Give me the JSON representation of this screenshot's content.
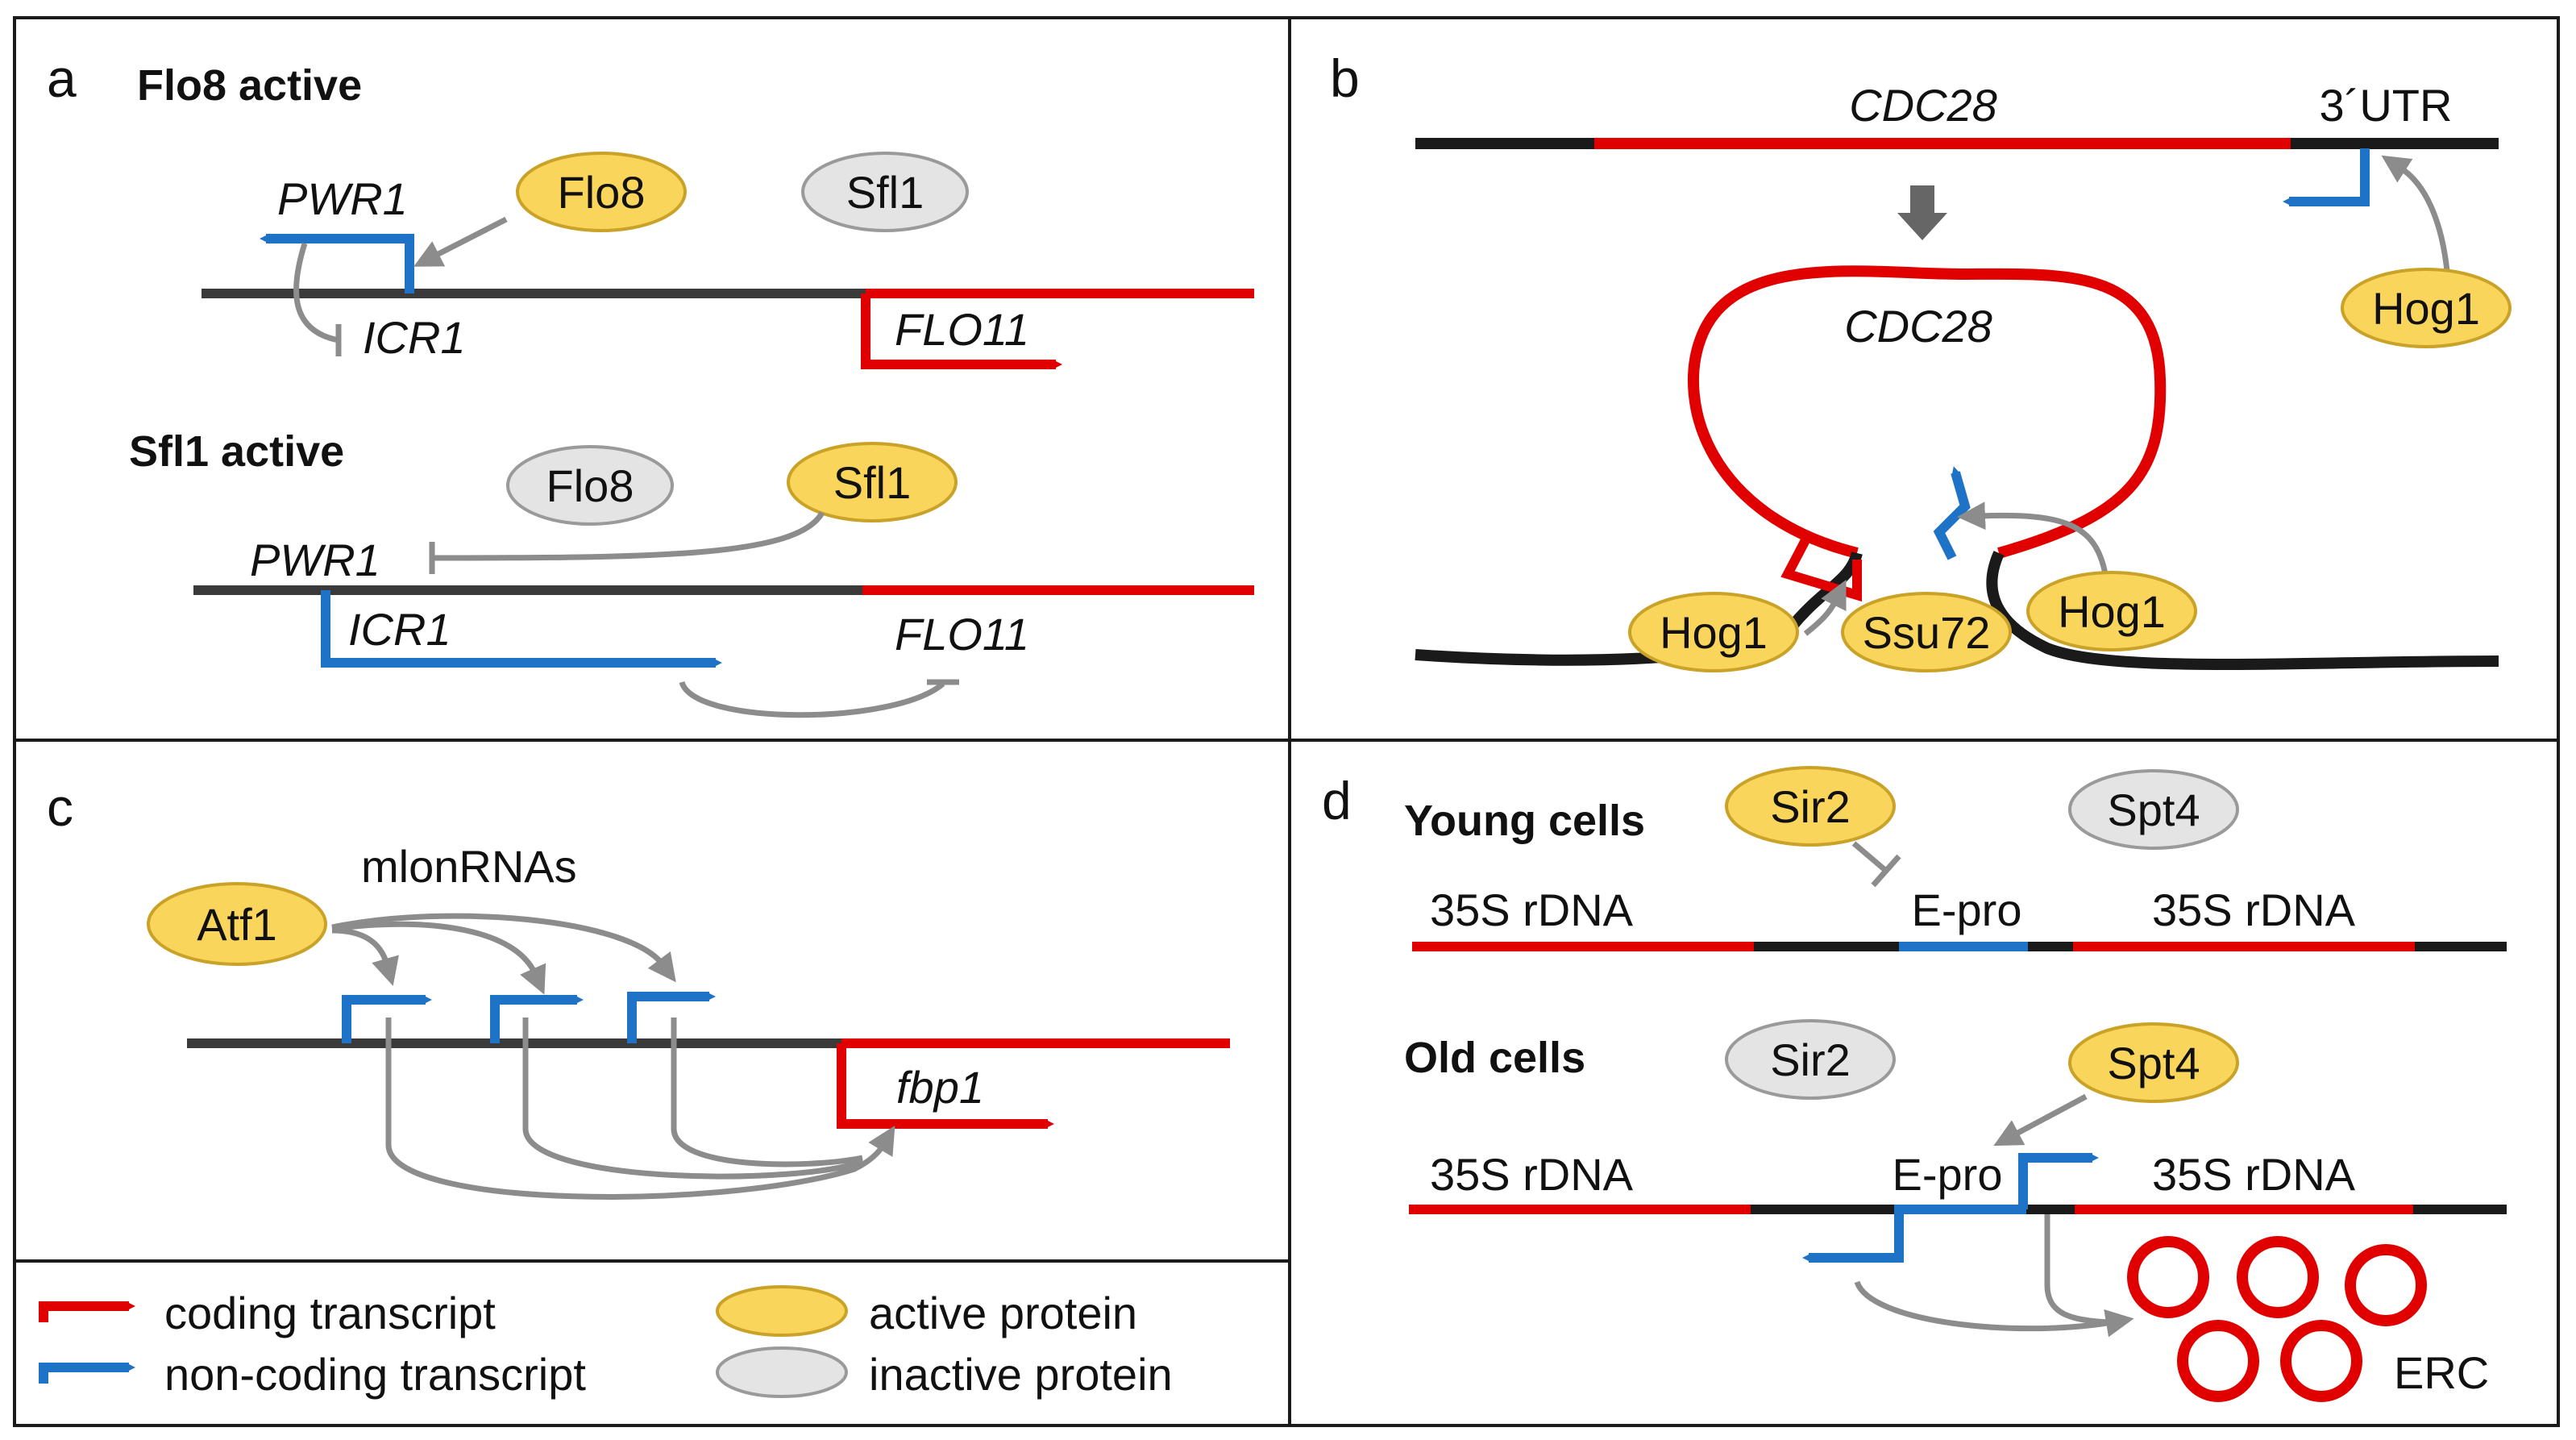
{
  "colors": {
    "coding": "#e00000",
    "non_coding": "#1f73c6",
    "active_protein": "#f9d55b",
    "inactive_protein": "#e4e4e4",
    "regulation": "#8c8c8c"
  },
  "panel_a": {
    "letter": "a",
    "heading_top": "Flo8 active",
    "heading_bottom": "Sfl1 active",
    "pwr1": "PWR1",
    "icr1": "ICR1",
    "flo11": "FLO11",
    "flo8": "Flo8",
    "sfl1": "Sfl1"
  },
  "panel_b": {
    "letter": "b",
    "cdc28": "CDC28",
    "utr": "3´UTR",
    "hog1": "Hog1",
    "ssu72": "Ssu72"
  },
  "panel_c": {
    "letter": "c",
    "mlonrnas": "mlonRNAs",
    "atf1": "Atf1",
    "fbp1": "fbp1"
  },
  "panel_d": {
    "letter": "d",
    "heading_young": "Young cells",
    "heading_old": "Old cells",
    "sir2": "Sir2",
    "spt4": "Spt4",
    "rdna": "35S rDNA",
    "epro": "E-pro",
    "erc": "ERC"
  },
  "legend": {
    "coding": "coding transcript",
    "non_coding": "non-coding transcript",
    "active": "active protein",
    "inactive": "inactive protein"
  }
}
